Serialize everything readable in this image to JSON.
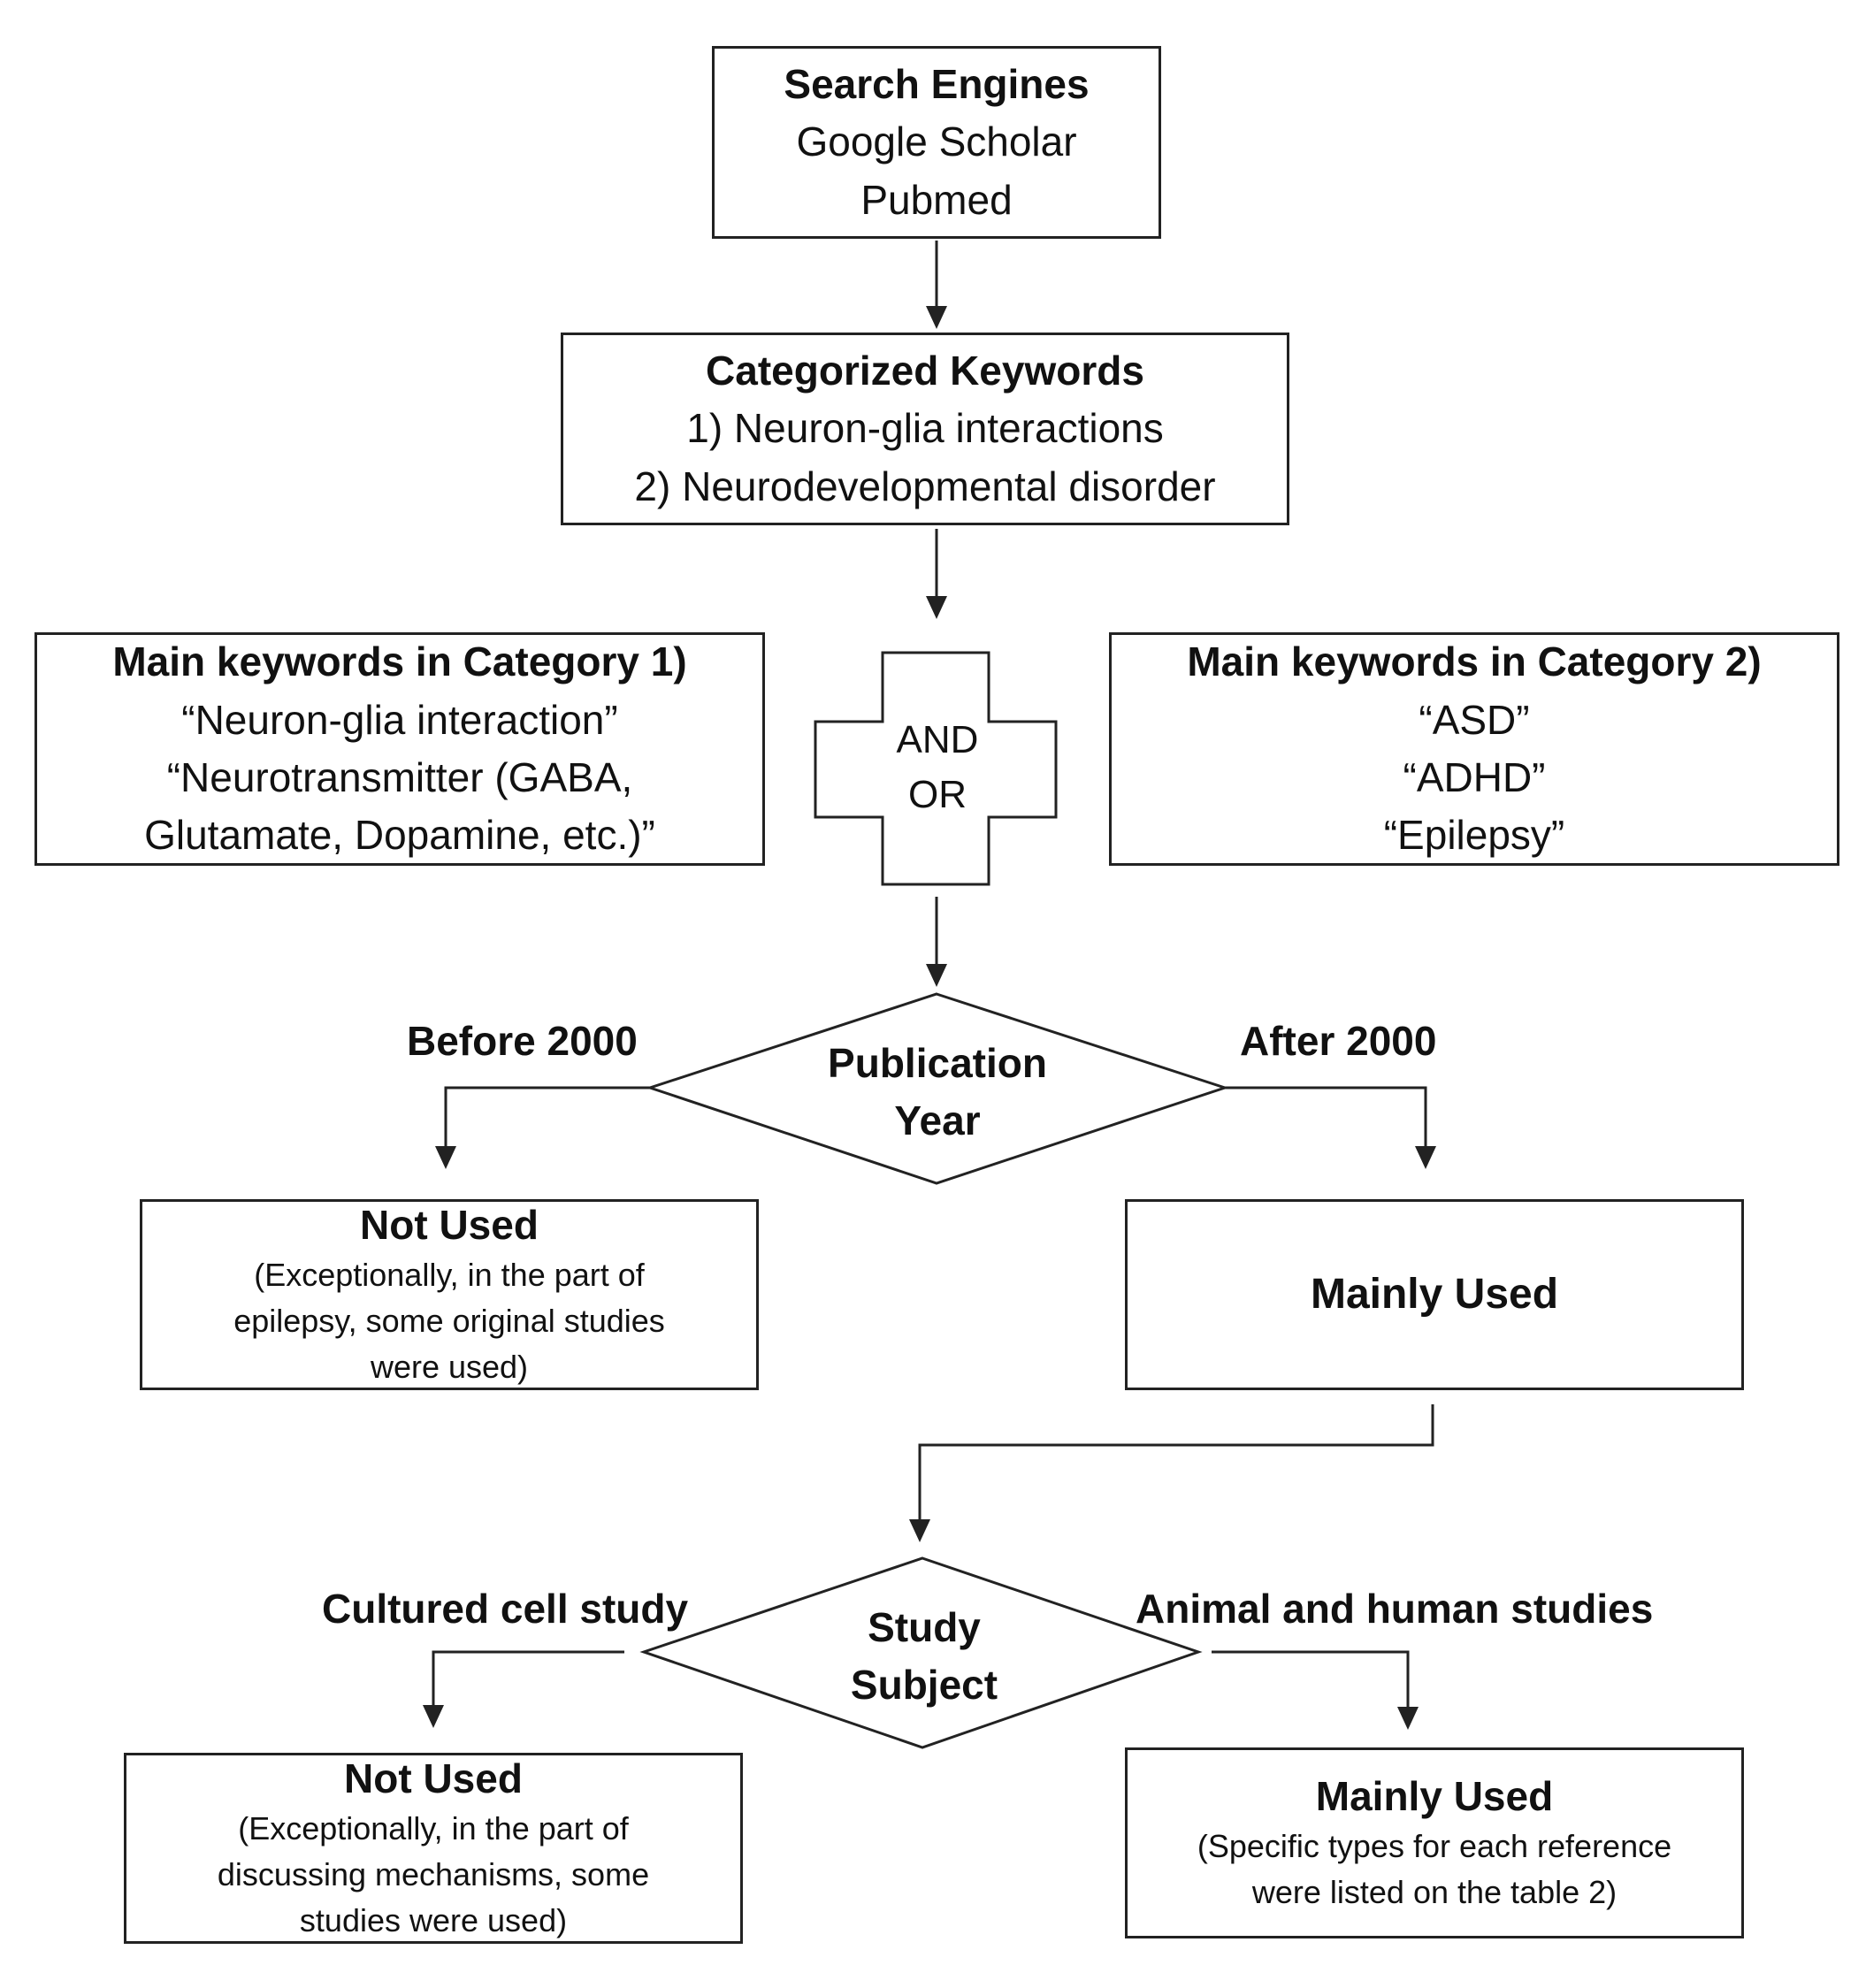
{
  "search_engines": {
    "title": "Search Engines",
    "items": [
      "Google Scholar",
      "Pubmed"
    ]
  },
  "categorized_keywords": {
    "title": "Categorized Keywords",
    "items": [
      "1) Neuron-glia interactions",
      "2) Neurodevelopmental disorder"
    ]
  },
  "category1": {
    "title": "Main keywords in Category 1)",
    "lines": [
      "“Neuron-glia interaction”",
      "“Neurotransmitter (GABA,",
      "Glutamate, Dopamine, etc.)”"
    ]
  },
  "category2": {
    "title": "Main keywords in Category 2)",
    "lines": [
      "“ASD”",
      "“ADHD”",
      "“Epilepsy”"
    ]
  },
  "operator": {
    "lines": [
      "AND",
      "OR"
    ]
  },
  "publication_year": {
    "lines": [
      "Publication",
      "Year"
    ],
    "left_label": "Before 2000",
    "right_label": "After 2000"
  },
  "year_not_used": {
    "title": "Not Used",
    "lines": [
      "(Exceptionally, in the part of",
      "epilepsy, some original studies",
      "were used)"
    ]
  },
  "year_mainly_used": {
    "title": "Mainly Used"
  },
  "study_subject": {
    "lines": [
      "Study",
      "Subject"
    ],
    "left_label": "Cultured cell study",
    "right_label": "Animal and human studies"
  },
  "subject_not_used": {
    "title": "Not Used",
    "lines": [
      "(Exceptionally, in the part of",
      "discussing mechanisms, some",
      "studies were used)"
    ]
  },
  "subject_mainly_used": {
    "title": "Mainly Used",
    "lines": [
      "(Specific types for each reference",
      "were listed on the table 2)"
    ]
  },
  "colors": {
    "stroke": "#222222",
    "background": "#ffffff",
    "text": "#111111"
  }
}
